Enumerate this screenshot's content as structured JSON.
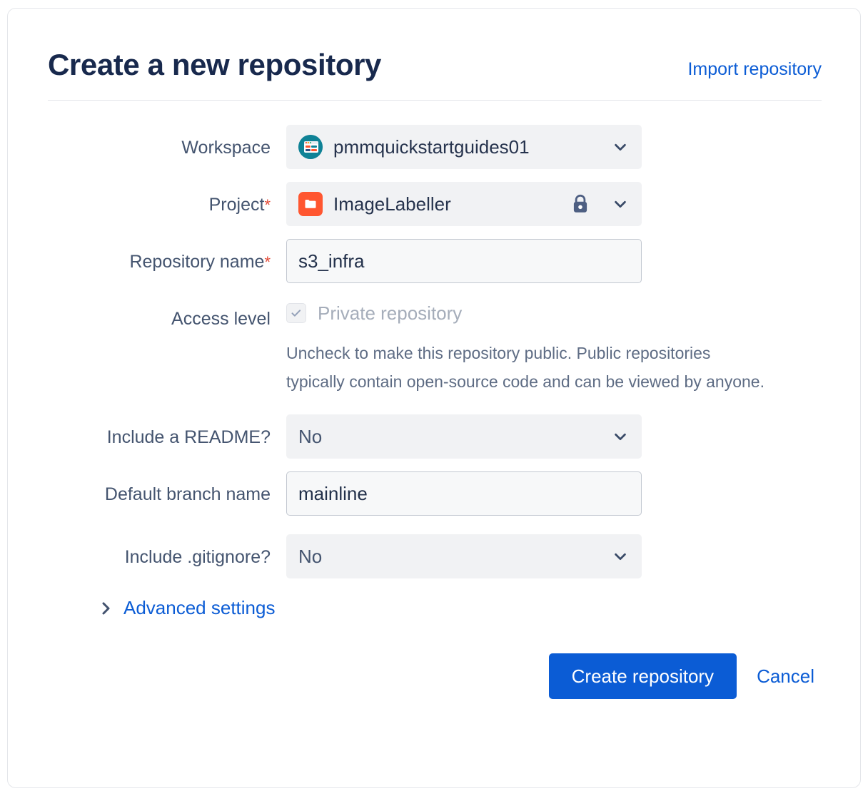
{
  "header": {
    "title": "Create a new repository",
    "import_link": "Import repository"
  },
  "form": {
    "workspace": {
      "label": "Workspace",
      "value": "pmmquickstartguides01",
      "avatar_color": "#0f8296",
      "chevron": "chevron-down-icon"
    },
    "project": {
      "label": "Project",
      "required_marker": "*",
      "value": "ImageLabeller",
      "avatar_color": "#ff5630",
      "lock": "lock-icon",
      "chevron": "chevron-down-icon"
    },
    "repository_name": {
      "label": "Repository name",
      "required_marker": "*",
      "value": "s3_infra",
      "placeholder": ""
    },
    "access_level": {
      "label": "Access level",
      "checkbox_label": "Private repository",
      "checked": true,
      "help_text": "Uncheck to make this repository public. Public repositories typically contain open-source code and can be viewed by anyone."
    },
    "include_readme": {
      "label": "Include a README?",
      "value": "No"
    },
    "default_branch_name": {
      "label": "Default branch name",
      "value": "mainline",
      "placeholder": ""
    },
    "include_gitignore": {
      "label": "Include .gitignore?",
      "value": "No"
    },
    "advanced_settings": {
      "label": "Advanced settings",
      "chevron": "chevron-right-icon"
    }
  },
  "footer": {
    "submit_label": "Create repository",
    "cancel_label": "Cancel"
  },
  "colors": {
    "accent_blue": "#0b5cd5",
    "title_navy": "#18294d",
    "label_gray": "#44546f",
    "required_red": "#e34935"
  }
}
